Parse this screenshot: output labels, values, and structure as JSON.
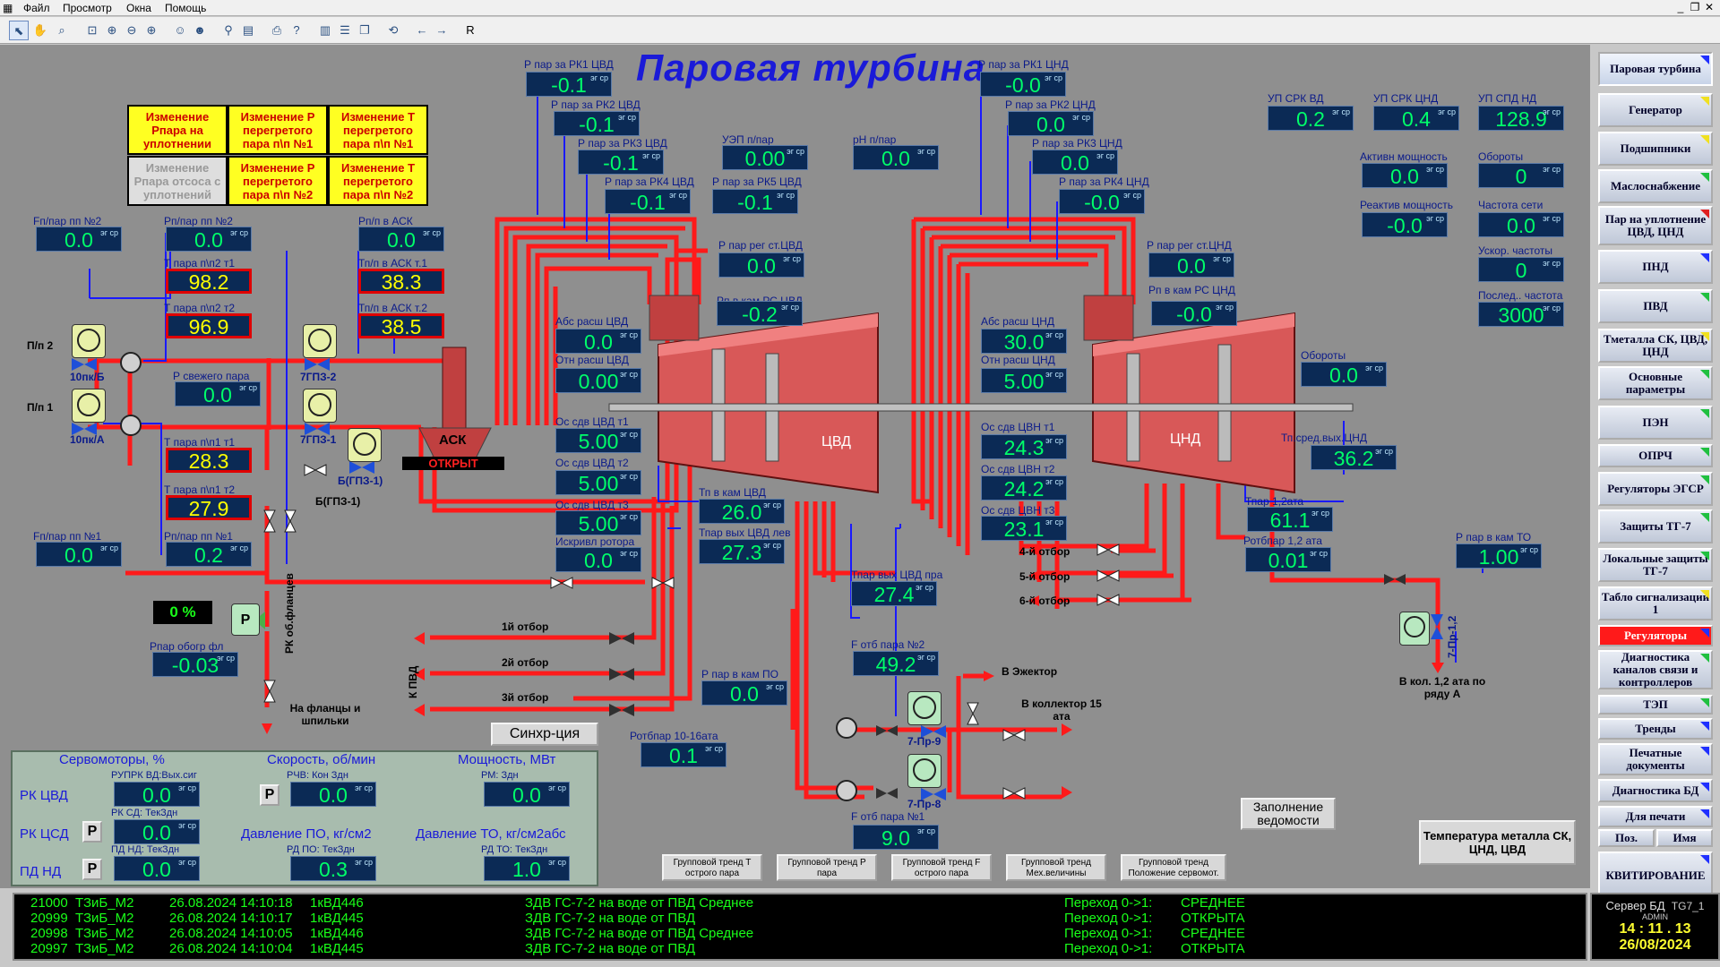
{
  "menu": {
    "file": "Файл",
    "view": "Просмотр",
    "windows": "Окна",
    "help": "Помощь"
  },
  "toolbar": {
    "r": "R"
  },
  "title": "Паровая турбина",
  "yellow": [
    "Изменение Рпара на уплотнении",
    "Изменение Р перегретого пара п\\п №1",
    "Изменение Т перегретого пара п\\п №1",
    "Изменение Рпара отсоса с уплотнений",
    "Изменение Р перегретого пара п\\п №2",
    "Изменение Т перегретого пара п\\п №2"
  ],
  "unit": "эг ср",
  "d": {
    "gpp2": {
      "l": "Fп/пар пп №2",
      "v": "0.0"
    },
    "ppp2": {
      "l": "Рп/пар пп №2",
      "v": "0.0"
    },
    "tpp2t1": {
      "l": "Т пара п\\п2 т1",
      "v": "98.2"
    },
    "tpp2t2": {
      "l": "Т пара п\\п2 т2",
      "v": "96.9"
    },
    "pask": {
      "l": "Рп/п в АСК",
      "v": "0.0"
    },
    "task1": {
      "l": "Тп/п в АСК т.1",
      "v": "38.3"
    },
    "task2": {
      "l": "Тп/п в АСК т.2",
      "v": "38.5"
    },
    "psv": {
      "l": "Р свежего пара",
      "v": "0.0"
    },
    "tpp1t1": {
      "l": "Т пара п\\п1 т1",
      "v": "28.3"
    },
    "tpp1t2": {
      "l": "Т пара п\\п1 т2",
      "v": "27.9"
    },
    "gpp1": {
      "l": "Fп/пар пп №1",
      "v": "0.0"
    },
    "ppp1": {
      "l": "Рп/пар пп №1",
      "v": "0.2"
    },
    "pobog": {
      "l": "Рпар обогр фл",
      "v": "-0.03"
    },
    "rk1v": {
      "l": "Р пар за РК1 ЦВД",
      "v": "-0.1"
    },
    "rk2v": {
      "l": "Р пар за РК2 ЦВД",
      "v": "-0.1"
    },
    "rk3v": {
      "l": "Р пар за РК3 ЦВД",
      "v": "-0.1"
    },
    "rk4v": {
      "l": "Р пар за РК4 ЦВД",
      "v": "-0.1"
    },
    "rk5v": {
      "l": "Р пар за РК5 ЦВД",
      "v": "-0.1"
    },
    "uep": {
      "l": "УЭП п/пар",
      "v": "0.00"
    },
    "ph": {
      "l": "pH п/пар",
      "v": "0.0"
    },
    "pregv": {
      "l": "Р пар рег ст.ЦВД",
      "v": "0.0"
    },
    "prsv": {
      "l": "Рп в кам РС ЦВД",
      "v": "-0.2"
    },
    "absv": {
      "l": "Абс расш ЦВД",
      "v": "0.0"
    },
    "otnv": {
      "l": "Отн расш ЦВД",
      "v": "0.00"
    },
    "osv1": {
      "l": "Ос сдв ЦВД т1",
      "v": "5.00"
    },
    "osv2": {
      "l": "Ос сдв ЦВД т2",
      "v": "5.00"
    },
    "osv3": {
      "l": "Ос сдв ЦВД т3",
      "v": "5.00"
    },
    "iskr": {
      "l": "Искривл ротора",
      "v": "0.0"
    },
    "tkam": {
      "l": "Тп в кам ЦВД",
      "v": "26.0"
    },
    "tvyhl": {
      "l": "Тпар вых ЦВД лев",
      "v": "27.3"
    },
    "tvyhp": {
      "l": "Тпар вых ЦВД пра",
      "v": "27.4"
    },
    "rk1n": {
      "l": "Р пар за РК1 ЦНД",
      "v": "-0.0"
    },
    "rk2n": {
      "l": "Р пар за РК2 ЦНД",
      "v": "0.0"
    },
    "rk3n": {
      "l": "Р пар за РК3 ЦНД",
      "v": "0.0"
    },
    "rk4n": {
      "l": "Р пар за РК4 ЦНД",
      "v": "-0.0"
    },
    "pregn": {
      "l": "Р пар рег ст.ЦНД",
      "v": "0.0"
    },
    "prsn": {
      "l": "Рп в кам РС ЦНД",
      "v": "-0.0"
    },
    "absn": {
      "l": "Абс расш ЦНД",
      "v": "30.0"
    },
    "otnn": {
      "l": "Отн расш ЦНД",
      "v": "5.00"
    },
    "osn1": {
      "l": "Ос сдв ЦВН т1",
      "v": "24.3"
    },
    "osn2": {
      "l": "Ос сдв ЦВН т2",
      "v": "24.2"
    },
    "osn3": {
      "l": "Ос сдв ЦВН т3",
      "v": "23.1"
    },
    "tpar12": {
      "l": "Тпар 1,2ата",
      "v": "61.1"
    },
    "rotb12": {
      "l": "Ротбпар 1,2 ата",
      "v": "0.01"
    },
    "obor": {
      "l": "Обороты",
      "v": "0.0"
    },
    "tsrvyh": {
      "l": "Тп.сред.вых.ЦНД",
      "v": "36.2"
    },
    "pto": {
      "l": "Р пар в кам ТО",
      "v": "1.00"
    },
    "ppo": {
      "l": "Р пар в кам ПО",
      "v": "0.0"
    },
    "rotb1016": {
      "l": "Ротбпар 10-16ата",
      "v": "0.1"
    },
    "fotb2": {
      "l": "F отб пара №2",
      "v": "49.2"
    },
    "fotb1": {
      "l": "F отб пара №1",
      "v": "9.0"
    },
    "upsrkvd": {
      "l": "УП СРК ВД",
      "v": "0.2"
    },
    "upsrknd": {
      "l": "УП СРК ЦНД",
      "v": "0.4"
    },
    "upspd": {
      "l": "УП СПД НД",
      "v": "128.9"
    },
    "aktiv": {
      "l": "Активн мощность",
      "v": "0.0"
    },
    "obor2": {
      "l": "Обороты",
      "v": "0"
    },
    "reakt": {
      "l": "Реактив мощность",
      "v": "-0.0"
    },
    "chset": {
      "l": "Частота сети",
      "v": "0.0"
    },
    "uskch": {
      "l": "Ускор. частоты",
      "v": "0"
    },
    "posch": {
      "l": "Послед.. частота",
      "v": "3000"
    }
  },
  "labels": {
    "pp2": "П/п 2",
    "pp1": "П/п 1",
    "v10b": "10пк/Б",
    "v10a": "10пк/А",
    "g2": "7ГПЗ-2",
    "g1": "7ГПЗ-1",
    "bg1": "Б(ГПЗ-1)",
    "bg1b": "Б(ГПЗ-1)",
    "ask": "АСК",
    "askst": "ОТКРЫТ",
    "cvd": "ЦВД",
    "cnd": "ЦНД",
    "otb1": "1й отбор",
    "otb2": "2й отбор",
    "otb3": "3й отбор",
    "kpvd": "К ПВД",
    "otb4": "4-й отбор",
    "otb5": "5-й отбор",
    "otb6": "6-й отбор",
    "flanc": "РК об.фланцев",
    "naflanc": "На фланцы и шпильки",
    "ejektor": "В Эжектор",
    "kollektor": "В коллектор 15 ата",
    "pr9": "7-Пр-9",
    "pr8": "7-Пр-8",
    "pr12": "7-Пр-1,2",
    "kol12": "В кол. 1,2 ата по ряду А",
    "pct": "0 %",
    "p": "Р"
  },
  "buttons": {
    "sync": "Синхр-ция",
    "fill": "Заполнение ведомости",
    "metal": "Температура металла СК, ЦНД, ЦВД"
  },
  "trends": [
    "Групповой тренд Т острого пара",
    "Групповой тренд Р пара",
    "Групповой тренд F острого пара",
    "Групповой тренд Мех.величины",
    "Групповой тренд Положение сервомот."
  ],
  "servo": {
    "h1": "Сервомоторы, %",
    "h2": "Скорость, об/мин",
    "h3": "Мощность, МВт",
    "r1": "РК ЦВД",
    "r2": "РК ЦСД",
    "r3": "ПД НД",
    "l1": "РУПРК ВД:Вых.сиг",
    "l2": "РК СД: ТекЗдн",
    "l3": "ПД НД: ТекЗдн",
    "l4": "РЧВ: Кон Здн",
    "l5": "РМ: Здн",
    "h4": "Давление ПО, кг/см2",
    "h5": "Давление ТО, кг/см2абс",
    "l6": "РД ПО: ТекЗдн",
    "l7": "РД ТО: ТекЗдн",
    "v1": "0.0",
    "v2": "0.0",
    "v3": "0.0",
    "v4": "0.0",
    "v5": "0.0",
    "v6": "0.3",
    "v7": "1.0",
    "p": "Р"
  },
  "right": [
    "Паровая турбина",
    "Генератор",
    "Подшипники",
    "Маслоснабжение",
    "Пар на уплотнение ЦВД, ЦНД",
    "ПНД",
    "ПВД",
    "Тметалла СК, ЦВД, ЦНД",
    "Основные параметры",
    "ПЭН",
    "ОПРЧ",
    "Регуляторы ЭГСР",
    "Защиты ТГ-7",
    "Локальные защиты ТГ-7",
    "Табло сигнализации 1",
    "Регуляторы",
    "Диагностика каналов связи и контроллеров",
    "ТЭП",
    "Тренды",
    "Печатные документы",
    "Диагностика БД",
    "Для печати",
    "Поз.",
    "Имя",
    "КВИТИРОВАНИЕ"
  ],
  "log": [
    [
      "21000",
      "ТЗиБ_М2",
      "26.08.2024 14:10:18",
      "1кВД446",
      "ЗДВ ГС-7-2 на воде от ПВД Среднее",
      "Переход  0->1:",
      "СРЕДНЕЕ"
    ],
    [
      "20999",
      "ТЗиБ_М2",
      "26.08.2024 14:10:17",
      "1кВД445",
      "ЗДВ ГС-7-2 на воде от ПВД",
      "Переход  0->1:",
      "ОТКРЫТА"
    ],
    [
      "20998",
      "ТЗиБ_М2",
      "26.08.2024 14:10:05",
      "1кВД446",
      "ЗДВ ГС-7-2 на воде от ПВД Среднее",
      "Переход  0->1:",
      "СРЕДНЕЕ"
    ],
    [
      "20997",
      "ТЗиБ_М2",
      "26.08.2024 14:10:04",
      "1кВД445",
      "ЗДВ ГС-7-2 на воде от ПВД",
      "Переход  0->1:",
      "ОТКРЫТА"
    ]
  ],
  "clock": {
    "server": "Сервер БД",
    "tg": "TG7_1",
    "user": "ADMIN",
    "time": "14 : 11 . 13",
    "date": "26/08/2024"
  }
}
